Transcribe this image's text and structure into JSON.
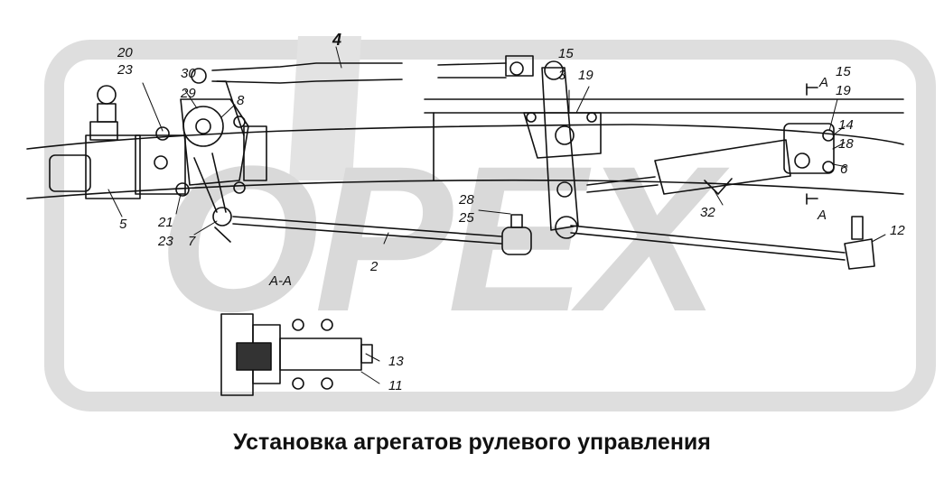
{
  "watermark": {
    "text": "OPEX",
    "color": "#d9d9d9"
  },
  "caption": "Установка агрегатов рулевого управления",
  "section_label": "A-A",
  "section_marks": [
    "A",
    "A"
  ],
  "callouts": [
    {
      "id": "c4",
      "text": "4"
    },
    {
      "id": "c15a",
      "text": "15"
    },
    {
      "id": "c19a",
      "text": "19"
    },
    {
      "id": "c3",
      "text": "3"
    },
    {
      "id": "c15b",
      "text": "15"
    },
    {
      "id": "c19b",
      "text": "19"
    },
    {
      "id": "c14",
      "text": "14"
    },
    {
      "id": "c18",
      "text": "18"
    },
    {
      "id": "c6",
      "text": "6"
    },
    {
      "id": "c20",
      "text": "20"
    },
    {
      "id": "c23a",
      "text": "23"
    },
    {
      "id": "c30",
      "text": "30"
    },
    {
      "id": "c29",
      "text": "29"
    },
    {
      "id": "c8",
      "text": "8"
    },
    {
      "id": "c5",
      "text": "5"
    },
    {
      "id": "c21",
      "text": "21"
    },
    {
      "id": "c23b",
      "text": "23"
    },
    {
      "id": "c7",
      "text": "7"
    },
    {
      "id": "c28",
      "text": "28"
    },
    {
      "id": "c25",
      "text": "25"
    },
    {
      "id": "c2",
      "text": "2"
    },
    {
      "id": "c32",
      "text": "32"
    },
    {
      "id": "c12",
      "text": "12"
    },
    {
      "id": "c13",
      "text": "13"
    },
    {
      "id": "c11",
      "text": "11"
    }
  ]
}
